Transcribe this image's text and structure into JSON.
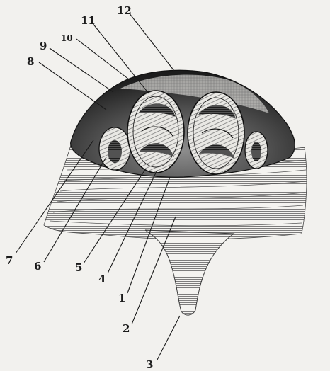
{
  "figure": {
    "labels": [
      {
        "id": "l1",
        "text": "1"
      },
      {
        "id": "l2",
        "text": "2"
      },
      {
        "id": "l3",
        "text": "3"
      },
      {
        "id": "l4",
        "text": "4"
      },
      {
        "id": "l5",
        "text": "5"
      },
      {
        "id": "l6",
        "text": "6"
      },
      {
        "id": "l7",
        "text": "7"
      },
      {
        "id": "l8",
        "text": "8"
      },
      {
        "id": "l9",
        "text": "9"
      },
      {
        "id": "l10",
        "text": "10"
      },
      {
        "id": "l11",
        "text": "11"
      },
      {
        "id": "l12",
        "text": "12"
      }
    ],
    "colors": {
      "paper": "#f2f1ee",
      "ink": "#1a1a1a",
      "shade": "#3a3a3a",
      "muscle": "#8a8a8a"
    }
  }
}
